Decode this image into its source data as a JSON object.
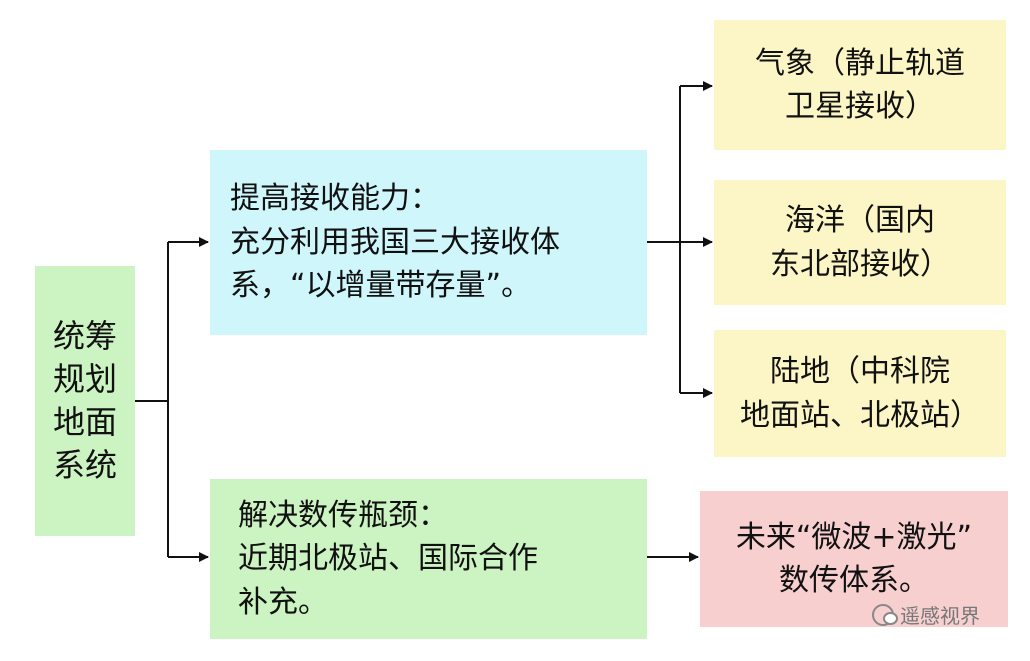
{
  "root": {
    "lines": [
      "统筹",
      "规划",
      "地面",
      "系统"
    ]
  },
  "capability": {
    "lines": [
      "提高接收能力：",
      "充分利用我国三大接收体",
      "系，“以增量带存量”。"
    ]
  },
  "bottleneck": {
    "lines": [
      "解决数传瓶颈：",
      "近期北极站、国际合作",
      "补充。"
    ]
  },
  "receivers": {
    "meteo": {
      "lines": [
        "气象（静止轨道",
        "卫星接收）"
      ]
    },
    "ocean": {
      "lines": [
        "海洋（国内",
        "东北部接收）"
      ]
    },
    "land": {
      "lines": [
        "陆地（中科院",
        "地面站、北极站）"
      ]
    }
  },
  "future": {
    "lines": [
      "未来“微波+激光”",
      "数传体系。"
    ]
  },
  "watermark": {
    "icon": "wechat-icon",
    "text": "遥感视界"
  },
  "colors": {
    "root_fill": "#ccf3c2",
    "capability_fill": "#cff6fb",
    "bottleneck_fill": "#ccf3c2",
    "receiver_fill": "#fcf6c6",
    "future_fill": "#f7cfcf",
    "connector": "#111111"
  }
}
